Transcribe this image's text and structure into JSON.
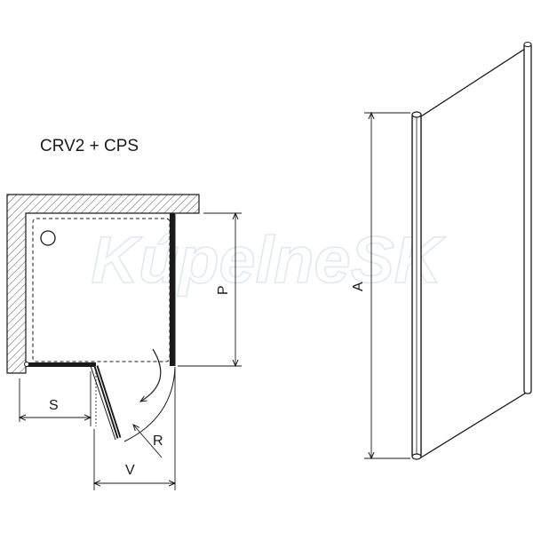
{
  "title": "CRV2 + CPS",
  "watermark": "KúpelneSK",
  "dimensions": {
    "s": "S",
    "v": "V",
    "r": "R",
    "p": "P",
    "a": "A"
  },
  "colors": {
    "line": "#1a1a1a",
    "hatch": "#555555",
    "watermark": "#dfe9f3"
  }
}
